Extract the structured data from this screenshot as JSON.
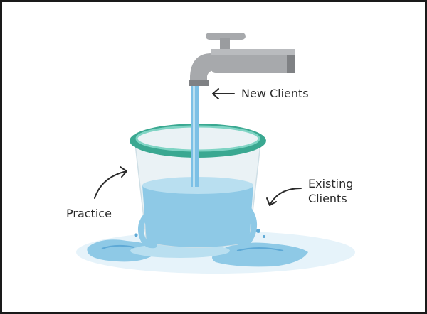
{
  "labels": {
    "new_clients": "New Clients",
    "practice": "Practice",
    "existing_line1": "Existing",
    "existing_line2": "Clients"
  },
  "colors": {
    "water": "#8ec9e6",
    "water_dark": "#5ea9d6",
    "stream": "#7cc0e6",
    "bucket_rim": "#3aa891",
    "bucket_rim_light": "#7fd4c4",
    "faucet": "#a7a9ac",
    "faucet_dark": "#7f8184",
    "text": "#2b2b2b"
  },
  "icons": [
    "faucet-icon",
    "bucket-icon",
    "water-puddle-icon",
    "arrow-icon"
  ]
}
